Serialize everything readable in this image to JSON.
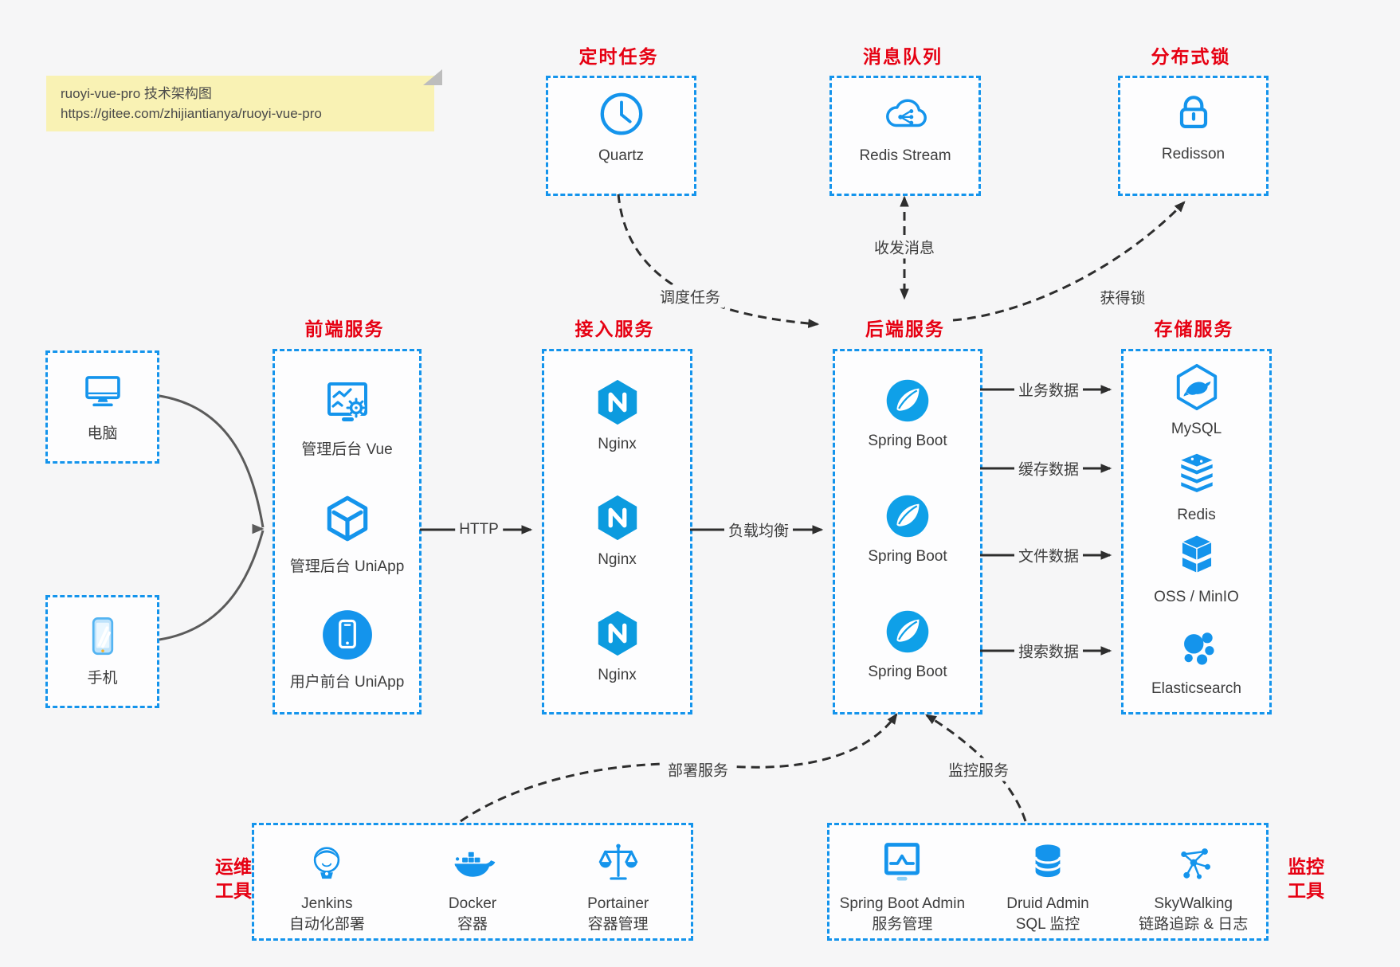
{
  "note": {
    "line1": "ruoyi-vue-pro 技术架构图",
    "line2": "https://gitee.com/zhijiantianya/ruoyi-vue-pro"
  },
  "top_groups": [
    {
      "title": "定时任务",
      "item": {
        "label": "Quartz",
        "icon": "clock-icon"
      }
    },
    {
      "title": "消息队列",
      "item": {
        "label": "Redis Stream",
        "icon": "cloud-stream-icon"
      }
    },
    {
      "title": "分布式锁",
      "item": {
        "label": "Redisson",
        "icon": "lock-icon"
      }
    }
  ],
  "clients": [
    {
      "label": "电脑",
      "icon": "desktop-icon"
    },
    {
      "label": "手机",
      "icon": "phone-icon"
    }
  ],
  "service_groups": [
    {
      "title": "前端服务",
      "items": [
        {
          "label": "管理后台 Vue",
          "icon": "admin-vue-icon"
        },
        {
          "label": "管理后台 UniApp",
          "icon": "uniapp-cube-icon"
        },
        {
          "label": "用户前台 UniApp",
          "icon": "user-app-icon"
        }
      ]
    },
    {
      "title": "接入服务",
      "items": [
        {
          "label": "Nginx",
          "icon": "nginx-icon"
        },
        {
          "label": "Nginx",
          "icon": "nginx-icon"
        },
        {
          "label": "Nginx",
          "icon": "nginx-icon"
        }
      ]
    },
    {
      "title": "后端服务",
      "items": [
        {
          "label": "Spring Boot",
          "icon": "spring-boot-icon"
        },
        {
          "label": "Spring Boot",
          "icon": "spring-boot-icon"
        },
        {
          "label": "Spring Boot",
          "icon": "spring-boot-icon"
        }
      ]
    },
    {
      "title": "存储服务",
      "items": [
        {
          "label": "MySQL",
          "icon": "mysql-icon"
        },
        {
          "label": "Redis",
          "icon": "redis-stack-icon"
        },
        {
          "label": "OSS / MinIO",
          "icon": "storage-stack-icon"
        },
        {
          "label": "Elasticsearch",
          "icon": "elasticsearch-icon"
        }
      ]
    }
  ],
  "bottom_groups": [
    {
      "title": "运维工具",
      "items": [
        {
          "label": "Jenkins",
          "sublabel": "自动化部署",
          "icon": "jenkins-icon"
        },
        {
          "label": "Docker",
          "sublabel": "容器",
          "icon": "docker-whale-icon"
        },
        {
          "label": "Portainer",
          "sublabel": "容器管理",
          "icon": "portainer-scales-icon"
        }
      ]
    },
    {
      "title": "监控工具",
      "items": [
        {
          "label": "Spring Boot Admin",
          "sublabel": "服务管理",
          "icon": "admin-chart-icon"
        },
        {
          "label": "Druid Admin",
          "sublabel": "SQL 监控",
          "icon": "druid-database-icon"
        },
        {
          "label": "SkyWalking",
          "sublabel": "链路追踪 & 日志",
          "icon": "skywalking-graph-icon"
        }
      ]
    }
  ],
  "edge_labels": {
    "http": "HTTP",
    "load_balance": "负载均衡",
    "schedule_task": "调度任务",
    "send_receive_message": "收发消息",
    "acquire_lock": "获得锁",
    "business_data": "业务数据",
    "cache_data": "缓存数据",
    "file_data": "文件数据",
    "search_data": "搜索数据",
    "deploy_service": "部署服务",
    "monitor_service": "监控服务"
  },
  "colors": {
    "accent_blue": "#1494ec",
    "title_red": "#e60012",
    "edge_dark": "#2e2e2e",
    "note_bg": "#f9f2b4",
    "background": "#f6f6f7"
  }
}
